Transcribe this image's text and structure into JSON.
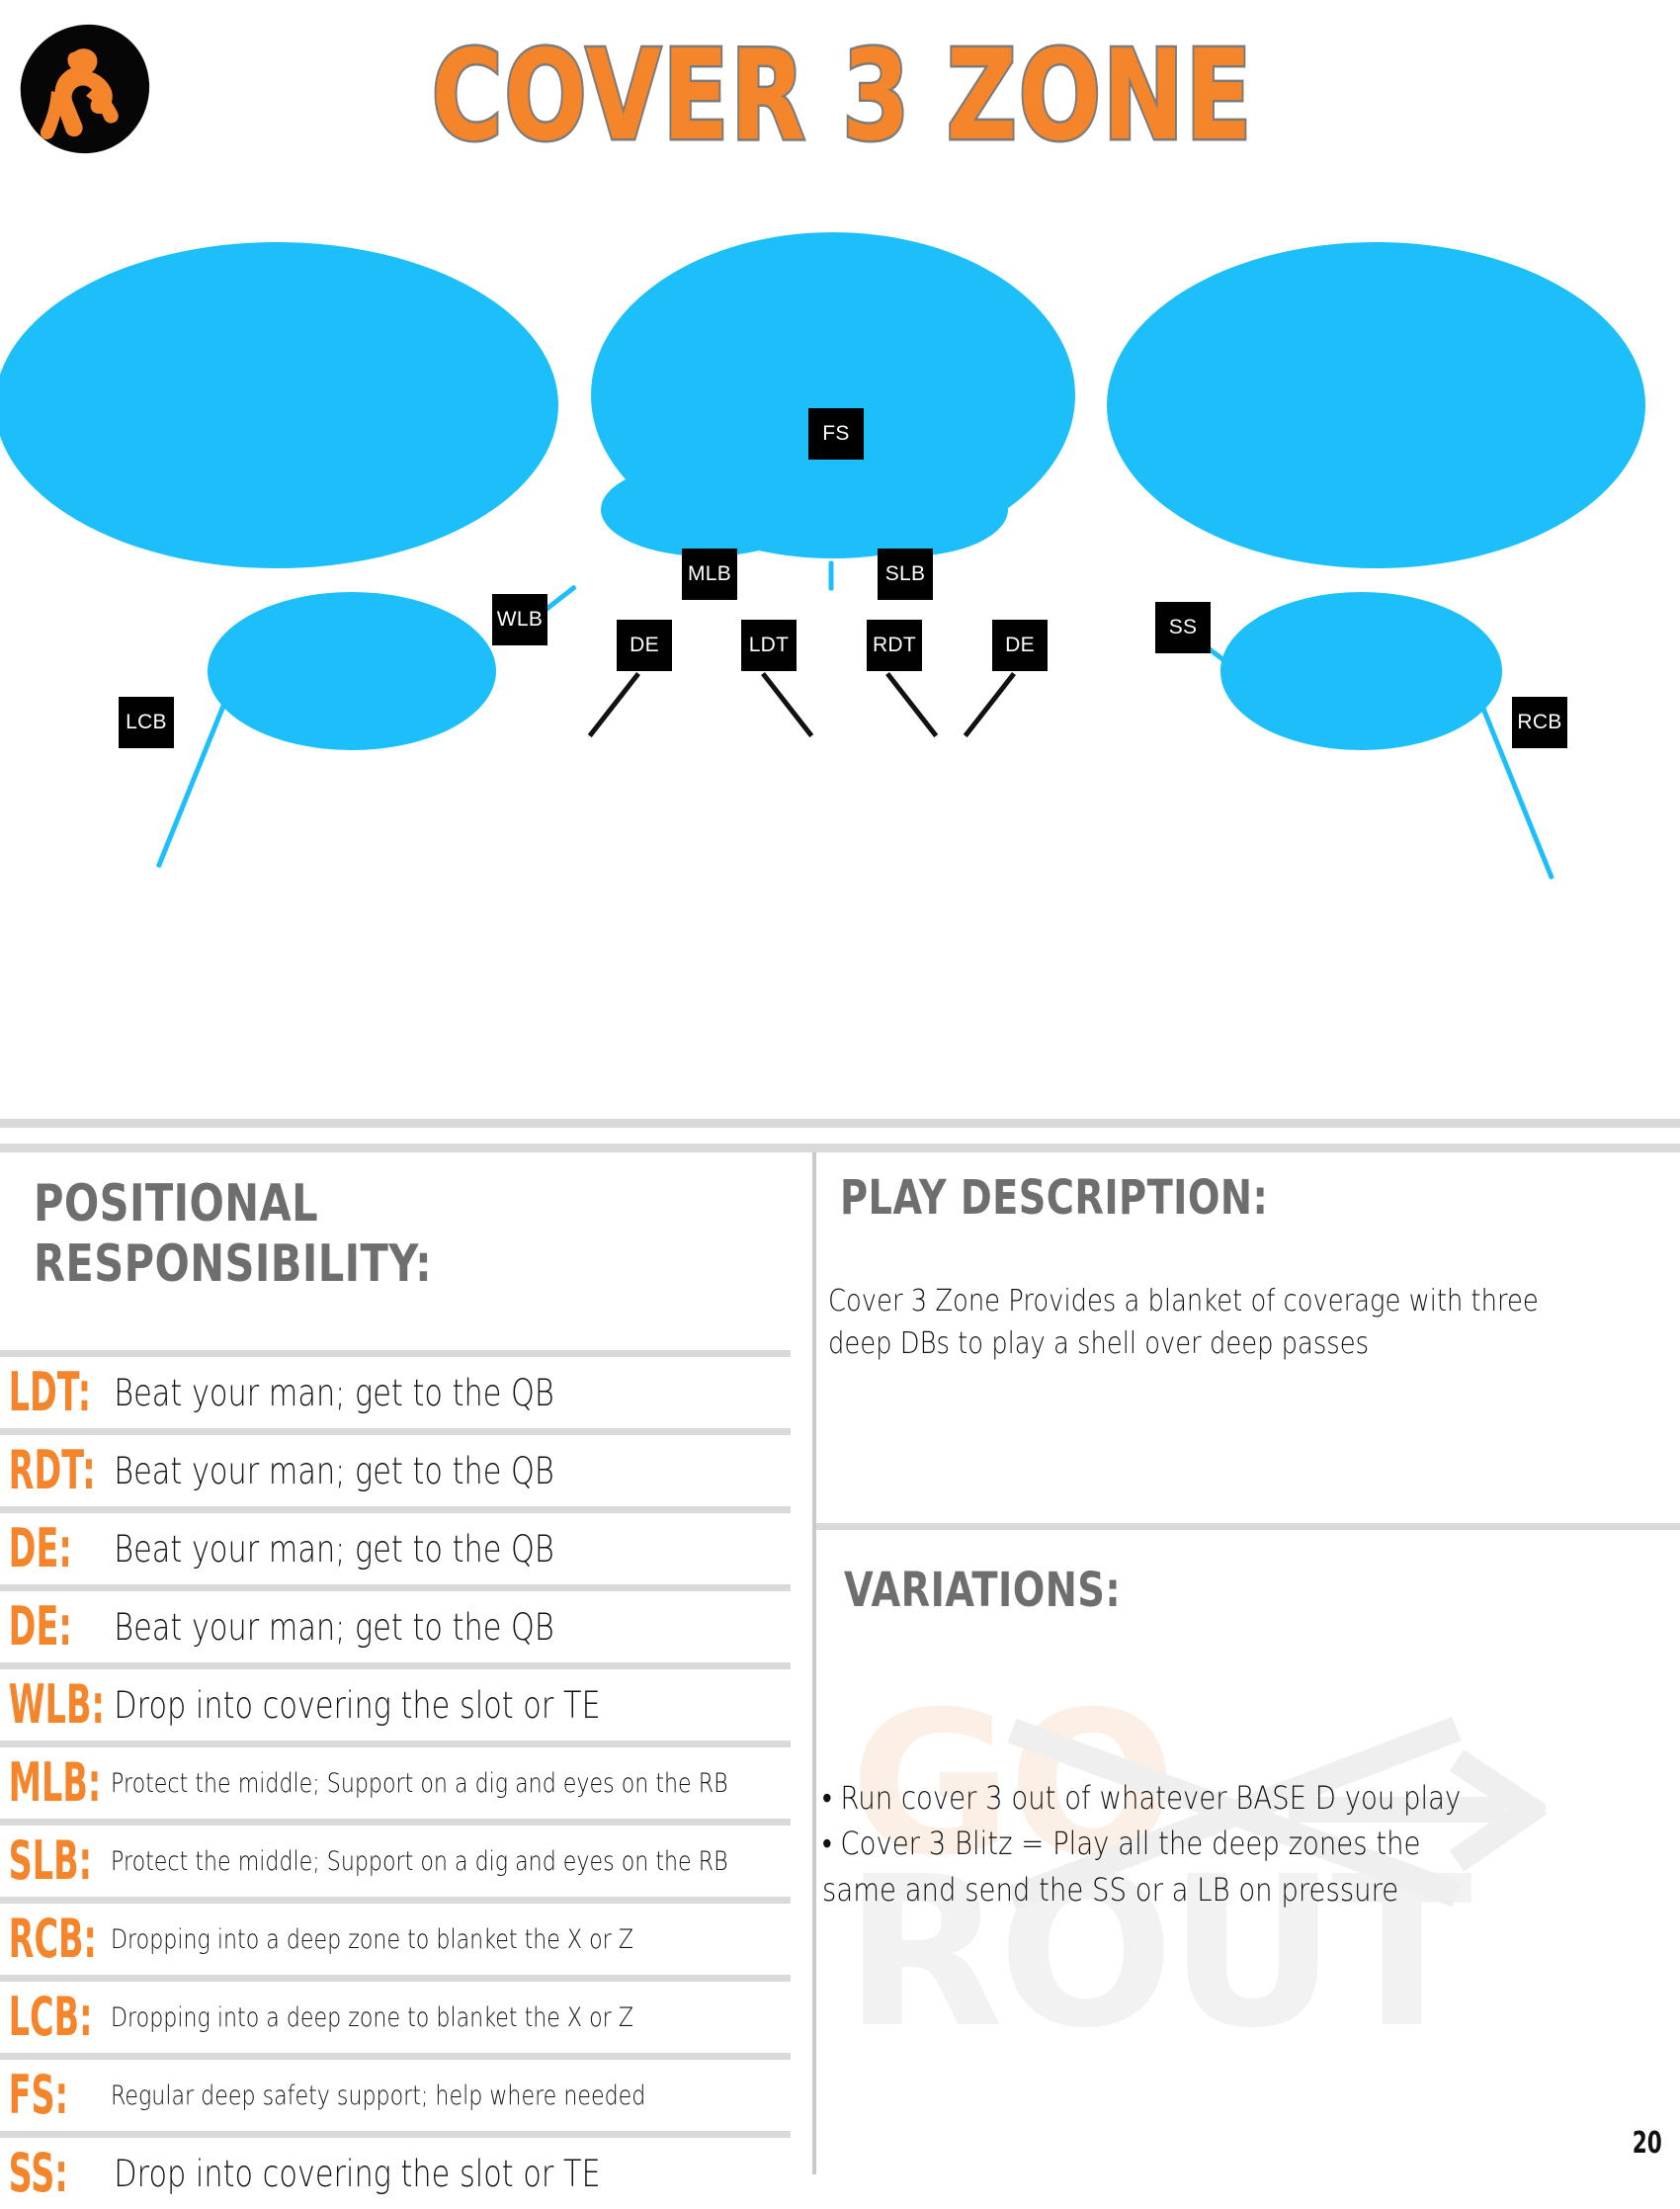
{
  "header": {
    "title": "COVER 3 ZONE",
    "logo_icon": "football-player-ink-blot-logo",
    "title_color": "#F4852B",
    "title_outline_color": "#7b7b7b"
  },
  "diagram": {
    "zone_color": "#1CBFFA",
    "zones": [
      {
        "name": "deep-left-third",
        "label": ""
      },
      {
        "name": "deep-middle-third",
        "label": ""
      },
      {
        "name": "deep-right-third",
        "label": ""
      },
      {
        "name": "hook-curl-left",
        "label": ""
      },
      {
        "name": "hook-curl-right",
        "label": ""
      },
      {
        "name": "flat-left",
        "label": ""
      },
      {
        "name": "flat-right",
        "label": ""
      }
    ],
    "players": [
      {
        "id": "fs",
        "label": "FS"
      },
      {
        "id": "mlb",
        "label": "MLB"
      },
      {
        "id": "slb",
        "label": "SLB"
      },
      {
        "id": "wlb",
        "label": "WLB"
      },
      {
        "id": "ss",
        "label": "SS"
      },
      {
        "id": "lcb",
        "label": "LCB"
      },
      {
        "id": "rcb",
        "label": "RCB"
      },
      {
        "id": "de-left",
        "label": "DE"
      },
      {
        "id": "ldt",
        "label": "LDT"
      },
      {
        "id": "rdt",
        "label": "RDT"
      },
      {
        "id": "de-right",
        "label": "DE"
      }
    ]
  },
  "left_panel": {
    "heading_line1": "POSITIONAL",
    "heading_line2": "RESPONSIBILITY:",
    "rows": [
      {
        "position": "LDT:",
        "description": "Beat your man; get to the QB",
        "size": "big"
      },
      {
        "position": "RDT:",
        "description": "Beat your man; get to the QB",
        "size": "big"
      },
      {
        "position": "DE:",
        "description": "Beat your man; get to the QB",
        "size": "big"
      },
      {
        "position": "DE:",
        "description": "Beat your man; get to the QB",
        "size": "big"
      },
      {
        "position": "WLB:",
        "description": "Drop into covering the slot or TE",
        "size": "big"
      },
      {
        "position": "MLB:",
        "description": "Protect the middle; Support on a dig and eyes on the RB",
        "size": "small"
      },
      {
        "position": "SLB:",
        "description": "Protect the middle; Support on a dig and eyes on the RB",
        "size": "small"
      },
      {
        "position": "RCB:",
        "description": "Dropping into a deep zone to blanket the X or Z",
        "size": "small"
      },
      {
        "position": "LCB:",
        "description": "Dropping into a deep zone to blanket the X or Z",
        "size": "small"
      },
      {
        "position": "FS:",
        "description": "Regular deep safety support; help where needed",
        "size": "small"
      },
      {
        "position": "SS:",
        "description": "Drop into covering the slot or TE",
        "size": "big"
      }
    ],
    "position_color": "#F4852B"
  },
  "right_panel": {
    "play_description_heading": "PLAY DESCRIPTION:",
    "play_description_body": "Cover 3 Zone Provides a blanket of coverage with three deep DBs to play a shell over deep passes",
    "variations_heading": "VARIATIONS:",
    "variations": [
      "• Run cover 3 out of whatever BASE D you play",
      "• Cover 3 Blitz = Play all the deep zones the",
      "same and send the SS or a LB on pressure"
    ],
    "watermark_line1": "GO",
    "watermark_line2": "ROUT"
  },
  "footer": {
    "page_number": "20"
  }
}
